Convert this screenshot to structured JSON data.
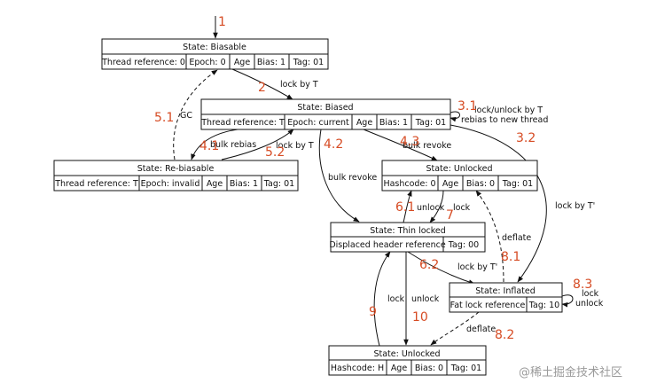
{
  "states": {
    "biasable": {
      "title": "State: Biasable",
      "cells": [
        "Thread reference: 0",
        "Epoch: 0",
        "Age",
        "Bias: 1",
        "Tag: 01"
      ]
    },
    "biased": {
      "title": "State: Biased",
      "cells": [
        "Thread reference: T",
        "Epoch: current",
        "Age",
        "Bias: 1",
        "Tag: 01"
      ]
    },
    "rebiasable": {
      "title": "State: Re-biasable",
      "cells": [
        "Thread reference: T",
        "Epoch: invalid",
        "Age",
        "Bias: 1",
        "Tag: 01"
      ]
    },
    "unlocked_top": {
      "title": "State: Unlocked",
      "cells": [
        "Hashcode: 0",
        "Age",
        "Bias: 0",
        "Tag: 01"
      ]
    },
    "thin_locked": {
      "title": "State: Thin locked",
      "cells": [
        "Displaced header reference",
        "Tag: 00"
      ]
    },
    "inflated": {
      "title": "State: Inflated",
      "cells": [
        "Fat lock reference",
        "Tag: 10"
      ]
    },
    "unlocked_bottom": {
      "title": "State: Unlocked",
      "cells": [
        "Hashcode: H",
        "Age",
        "Bias: 0",
        "Tag: 01"
      ]
    }
  },
  "edge_labels": {
    "lock_by_t_1": "lock by T",
    "gc": "GC",
    "lock_unlock_by_t": "lock/unlock by T",
    "rebias_new_thread": "rebias to new thread",
    "bulk_rebias": "bulk rebias",
    "lock_by_t_2": "lock by T",
    "bulk_revoke_1": "bulk revoke",
    "bulk_revoke_2": "bulk revoke",
    "lock_by_t_prime_1": "lock by T'",
    "unlock_1": "unlock",
    "lock_1": "lock",
    "deflate_1": "deflate",
    "lock_by_t_prime_2": "lock by T'",
    "lock_2": "lock",
    "unlock_2": "unlock",
    "lock_3": "lock",
    "unlock_3": "unlock",
    "deflate_2": "deflate"
  },
  "step_numbers": {
    "n1": "1",
    "n2": "2",
    "n3_1": "3.1",
    "n5_1": "5.1",
    "n3_2": "3.2",
    "n4_1": "4.1",
    "n5_2": "5.2",
    "n4_2": "4.2",
    "n4_3": "4.3",
    "n6_1": "6.1",
    "n7": "7",
    "n8_1": "8.1",
    "n6_2": "6.2",
    "n8_3": "8.3",
    "n9": "9",
    "n10": "10",
    "n8_2": "8.2"
  },
  "watermark": "@稀土掘金技术社区",
  "colors": {
    "step_number": "#d64b23",
    "line": "#111111",
    "watermark": "#9a9a9a"
  }
}
